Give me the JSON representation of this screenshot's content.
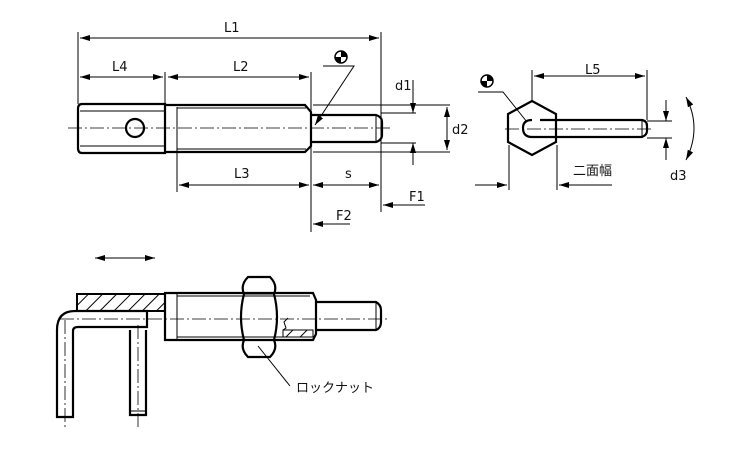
{
  "labels": {
    "L1": "L1",
    "L2": "L2",
    "L3": "L3",
    "L4": "L4",
    "L5": "L5",
    "s": "s",
    "d1": "d1",
    "d2": "d2",
    "d3": "d3",
    "F1": "F1",
    "F2": "F2",
    "width_across_flats": "二面幅",
    "lock_nut": "ロックナット"
  },
  "symbols": [
    "center-of-gravity-symbol",
    "center-of-gravity-symbol"
  ]
}
